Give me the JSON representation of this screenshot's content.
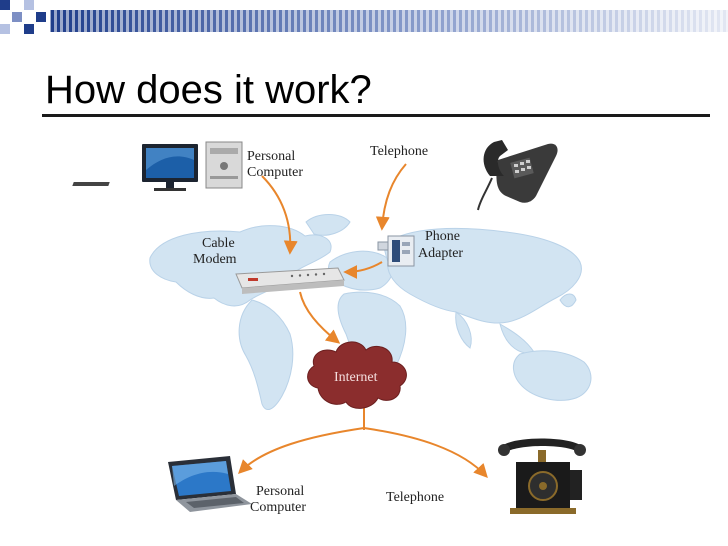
{
  "slide": {
    "title": "How does it work?"
  },
  "diagram": {
    "labels": {
      "personal_computer_top": [
        "Personal",
        "Computer"
      ],
      "telephone_top": "Telephone",
      "cable_modem": [
        "Cable",
        "Modem"
      ],
      "phone_adapter": [
        "Phone",
        "Adapter"
      ],
      "internet": "Internet",
      "personal_computer_bottom": [
        "Personal",
        "Computer"
      ],
      "telephone_bottom": "Telephone"
    },
    "icons": [
      "desktop-computer-icon",
      "office-phone-icon",
      "cable-modem-icon",
      "phone-adapter-icon",
      "internet-cloud-icon",
      "laptop-icon",
      "antique-telephone-icon"
    ]
  },
  "colors": {
    "map": "#d2e4f2",
    "arrow": "#e8862c",
    "cloud": "#8b2d2d",
    "banner": "#1f3d8a"
  }
}
